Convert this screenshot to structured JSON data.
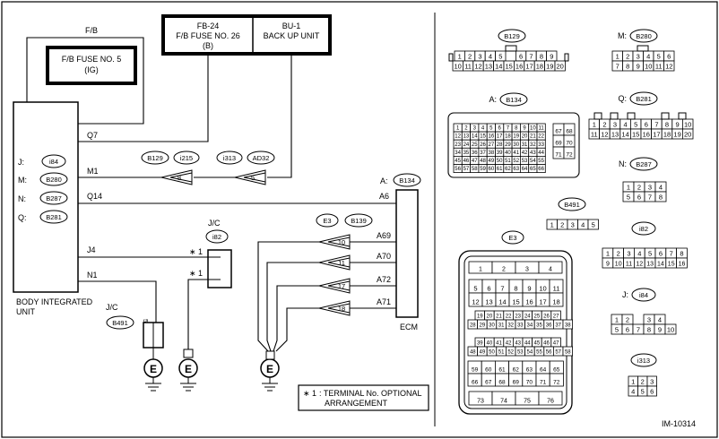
{
  "left": {
    "fb_top": "F/B",
    "fuse5_line1": "F/B FUSE NO. 5",
    "fuse5_line2": "(IG)",
    "fb24_line1": "FB-24",
    "fb24_line2": "F/B FUSE NO. 26",
    "fb24_line3": "(B)",
    "bu1_line1": "BU-1",
    "bu1_line2": "BACK UP UNIT",
    "bcm_refs": [
      {
        "prefix": "J:",
        "code": "i84"
      },
      {
        "prefix": "M:",
        "code": "B280"
      },
      {
        "prefix": "N:",
        "code": "B287"
      },
      {
        "prefix": "Q:",
        "code": "B281"
      }
    ],
    "terminals": {
      "q7": "Q7",
      "m1": "M1",
      "q14": "Q14",
      "j4": "J4",
      "n1": "N1"
    },
    "bcm_line1": "BODY INTEGRATED",
    "bcm_line2": "UNIT",
    "conn_b129": "B129",
    "conn_i215": "i215",
    "conn_i313": "i313",
    "conn_ad32": "AD32",
    "pin8": "8",
    "pin5": "5",
    "ecm_ref_prefix": "A:",
    "ecm_ref": "B134",
    "ecm_pins": {
      "a6": "A6",
      "a69": "A69",
      "a70": "A70",
      "a72": "A72",
      "a71": "A71"
    },
    "ecm_label": "ECM",
    "e3": "E3",
    "b139": "B139",
    "tri_nums": [
      "10",
      "11",
      "17",
      "18"
    ],
    "jc1_label": "J/C",
    "jc1_conn": "i82",
    "star1a": "∗ 1",
    "star1b": "∗ 1",
    "jc2_label": "J/C",
    "jc2_conn": "B491",
    "jc2_pin": "5",
    "ground": "E",
    "note_mark": "∗ 1",
    "note_line1": ": TERMINAL No. OPTIONAL",
    "note_line2": "ARRANGEMENT"
  },
  "right": {
    "b129": {
      "name": "B129",
      "row1": [
        "1",
        "2",
        "3",
        "4",
        "5",
        "",
        "6",
        "7",
        "8",
        "9"
      ],
      "row2": [
        "10",
        "11",
        "12",
        "13",
        "14",
        "15",
        "16",
        "17",
        "18",
        "19",
        "20"
      ]
    },
    "b280": {
      "prefix": "M:",
      "name": "B280",
      "row1": [
        "1",
        "2",
        "3",
        "4",
        "5",
        "6"
      ],
      "row2": [
        "7",
        "8",
        "9",
        "10",
        "11",
        "12"
      ]
    },
    "b134": {
      "prefix": "A:",
      "name": "B134",
      "rows": [
        [
          "1",
          "2",
          "3",
          "4",
          "5",
          "6",
          "7",
          "8",
          "9",
          "10",
          "11"
        ],
        [
          "12",
          "13",
          "14",
          "15",
          "16",
          "17",
          "18",
          "19",
          "20",
          "21",
          "22"
        ],
        [
          "23",
          "24",
          "25",
          "26",
          "27",
          "28",
          "29",
          "30",
          "31",
          "32",
          "33"
        ],
        [
          "34",
          "35",
          "36",
          "37",
          "38",
          "39",
          "40",
          "41",
          "42",
          "43",
          "44"
        ],
        [
          "45",
          "46",
          "47",
          "48",
          "49",
          "50",
          "51",
          "52",
          "53",
          "54",
          "55"
        ],
        [
          "56",
          "57",
          "58",
          "59",
          "60",
          "61",
          "62",
          "63",
          "64",
          "65",
          "66"
        ]
      ],
      "side": [
        "67",
        "68",
        "69",
        "70",
        "71",
        "72"
      ]
    },
    "b281": {
      "prefix": "Q:",
      "name": "B281",
      "row1": [
        "1",
        "2",
        "3",
        "4",
        "5",
        "6",
        "7",
        "8",
        "9",
        "10"
      ],
      "row2": [
        "11",
        "12",
        "13",
        "14",
        "15",
        "16",
        "17",
        "18",
        "19",
        "20"
      ]
    },
    "b287": {
      "prefix": "N:",
      "name": "B287",
      "row1": [
        "1",
        "2",
        "3",
        "4"
      ],
      "row2": [
        "5",
        "6",
        "7",
        "8"
      ]
    },
    "b491": {
      "name": "B491",
      "row1": [
        "1",
        "2",
        "3",
        "4",
        "5"
      ]
    },
    "i82": {
      "name": "i82",
      "row1": [
        "1",
        "2",
        "3",
        "4",
        "5",
        "6",
        "7",
        "8"
      ],
      "row2": [
        "9",
        "10",
        "11",
        "12",
        "13",
        "14",
        "15",
        "16"
      ]
    },
    "e3": {
      "name": "E3",
      "rows": [
        [
          "1",
          "2",
          "3",
          "4"
        ],
        [
          "5",
          "6",
          "7",
          "8",
          "9",
          "10",
          "11"
        ],
        [
          "12",
          "13",
          "14",
          "15",
          "16",
          "17",
          "18"
        ],
        [
          "19",
          "20",
          "21",
          "22",
          "23",
          "24",
          "25",
          "26",
          "27"
        ],
        [
          "28",
          "29",
          "30",
          "31",
          "32",
          "33",
          "34",
          "35",
          "36",
          "37",
          "38"
        ],
        [
          "39",
          "40",
          "41",
          "42",
          "43",
          "44",
          "45",
          "46",
          "47"
        ],
        [
          "48",
          "49",
          "50",
          "51",
          "52",
          "53",
          "54",
          "55",
          "56",
          "57",
          "58"
        ],
        [
          "59",
          "60",
          "61",
          "62",
          "63",
          "64",
          "65"
        ],
        [
          "66",
          "67",
          "68",
          "69",
          "70",
          "71",
          "72"
        ],
        [
          "73",
          "74",
          "75",
          "76"
        ]
      ]
    },
    "i84": {
      "prefix": "J:",
      "name": "i84",
      "row1": [
        "1",
        "2",
        "",
        "3",
        "4"
      ],
      "row2": [
        "5",
        "6",
        "7",
        "8",
        "9",
        "10"
      ]
    },
    "i313": {
      "name": "i313",
      "row1": [
        "1",
        "2",
        "3"
      ],
      "row2": [
        "4",
        "5",
        "6"
      ]
    }
  },
  "figure_id": "IM-10314"
}
